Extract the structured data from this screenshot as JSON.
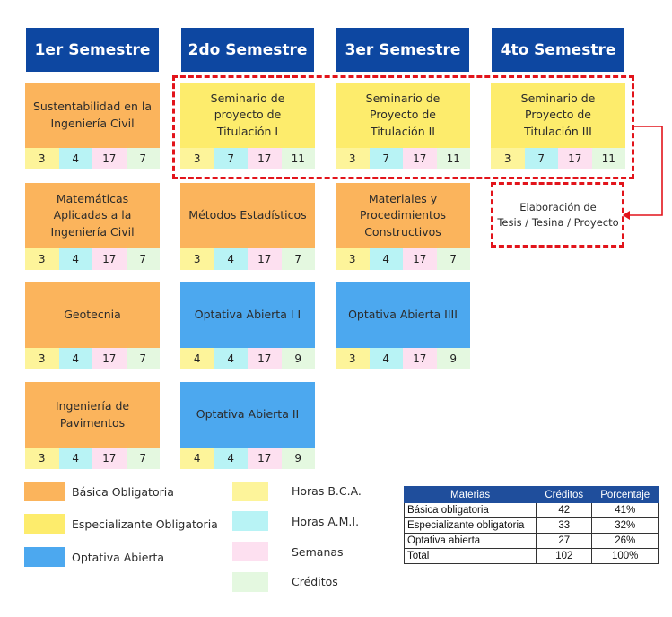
{
  "semesters": [
    "1er Semestre",
    "2do Semestre",
    "3er Semestre",
    "4to Semestre"
  ],
  "courses": {
    "c11": {
      "name": "Sustentabilidad en la Ingeniería Civil",
      "bca": "3",
      "ami": "4",
      "sem": "17",
      "cre": "7"
    },
    "c12": {
      "name": "Matemáticas Aplicadas a la Ingeniería Civil",
      "bca": "3",
      "ami": "4",
      "sem": "17",
      "cre": "7"
    },
    "c13": {
      "name": "Geotecnia",
      "bca": "3",
      "ami": "4",
      "sem": "17",
      "cre": "7"
    },
    "c14": {
      "name": "Ingeniería de Pavimentos",
      "bca": "3",
      "ami": "4",
      "sem": "17",
      "cre": "7"
    },
    "c21": {
      "name": "Seminario de proyecto de Titulación I",
      "bca": "3",
      "ami": "7",
      "sem": "17",
      "cre": "11"
    },
    "c22": {
      "name": "Métodos Estadísticos",
      "bca": "3",
      "ami": "4",
      "sem": "17",
      "cre": "7"
    },
    "c23": {
      "name": "Optativa Abierta I I",
      "bca": "4",
      "ami": "4",
      "sem": "17",
      "cre": "9"
    },
    "c24": {
      "name": "Optativa Abierta II",
      "bca": "4",
      "ami": "4",
      "sem": "17",
      "cre": "9"
    },
    "c31": {
      "name": "Seminario de Proyecto de Titulación II",
      "bca": "3",
      "ami": "7",
      "sem": "17",
      "cre": "11"
    },
    "c32": {
      "name": "Materiales y Procedimientos Constructivos",
      "bca": "3",
      "ami": "4",
      "sem": "17",
      "cre": "7"
    },
    "c33": {
      "name": "Optativa Abierta IIII",
      "bca": "3",
      "ami": "4",
      "sem": "17",
      "cre": "9"
    },
    "c41": {
      "name": "Seminario de Proyecto de Titulación III",
      "bca": "3",
      "ami": "7",
      "sem": "17",
      "cre": "11"
    }
  },
  "tesis": {
    "line1": "Elaboración de",
    "line2": "Tesis / Tesina / Proyecto"
  },
  "legend": {
    "basica": "Básica Obligatoria",
    "especializante": "Especializante Obligatoria",
    "optativa": "Optativa Abierta",
    "bca": "Horas B.C.A.",
    "ami": "Horas A.M.I.",
    "semanas": "Semanas",
    "creditos": "Créditos"
  },
  "colors": {
    "header": "#0d47a1",
    "basica": "#fbb45c",
    "especializante": "#fdec6c",
    "optativa": "#4ca8ef",
    "bca": "#fdf49a",
    "ami": "#b8f3f5",
    "semanas": "#fde0f0",
    "creditos": "#e4f8e0",
    "highlight": "#e2141b"
  },
  "summary": {
    "headers": [
      "Materias",
      "Créditos",
      "Porcentaje"
    ],
    "rows": [
      [
        "Básica obligatoria",
        "42",
        "41%"
      ],
      [
        "Especializante obligatoria",
        "33",
        "32%"
      ],
      [
        "Optativa abierta",
        "27",
        "26%"
      ],
      [
        "Total",
        "102",
        "100%"
      ]
    ]
  }
}
